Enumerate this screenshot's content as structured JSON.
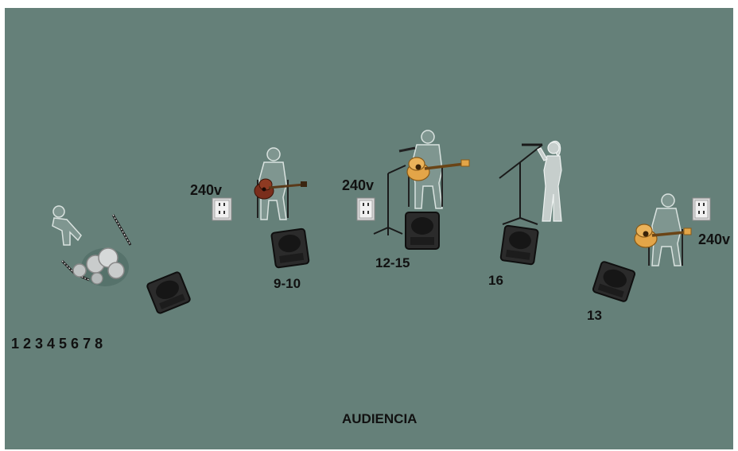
{
  "background_color": "#658079",
  "labels": {
    "drums_channels": "1 2 3 4 5 6 7 8",
    "monitor_9_10": "9-10",
    "monitor_12_15": "12-15",
    "monitor_16": "16",
    "monitor_13": "13",
    "power_left": "240v",
    "power_center": "240v",
    "power_right": "240v",
    "audience": "AUDIENCIA"
  },
  "icons": [
    "drummer-icon",
    "drum-kit-icon",
    "wedge-monitor-icon",
    "power-outlet-icon",
    "seated-guitarist-icon",
    "acoustic-guitar-icon",
    "mic-stand-icon",
    "singer-icon"
  ]
}
